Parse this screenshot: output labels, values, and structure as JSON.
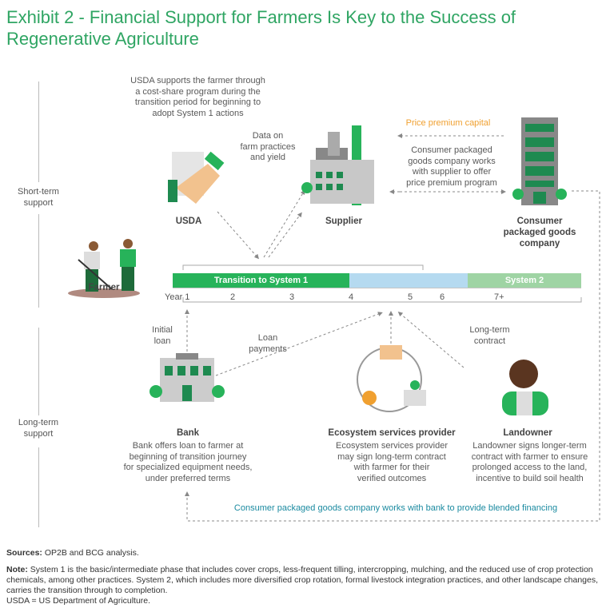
{
  "title": "Exhibit 2 - Financial Support for Farmers Is Key to the Success of Regenerative Agriculture",
  "side": {
    "short": "Short-term support",
    "long": "Long-term support"
  },
  "usda_desc": [
    "USDA supports the farmer through",
    "a cost-share program during the",
    "transition period for beginning to",
    "adopt System 1 actions"
  ],
  "data_note": [
    "Data on",
    "farm practices",
    "and yield"
  ],
  "price_premium": "Price premium capital",
  "cpg_works": [
    "Consumer packaged",
    "goods company works",
    "with supplier to offer",
    "price premium program"
  ],
  "actors": {
    "usda": "USDA",
    "supplier": "Supplier",
    "cpg": [
      "Consumer",
      "packaged goods",
      "company"
    ],
    "farmer": "Farmer",
    "bank": "Bank",
    "eco": "Ecosystem services provider",
    "landowner": "Landowner"
  },
  "timeline": {
    "seg1": "Transition to System 1",
    "seg3": "System 2",
    "years": [
      "Year 1",
      "2",
      "3",
      "4",
      "5",
      "6",
      "7+"
    ]
  },
  "arrows": {
    "initial_loan": [
      "Initial",
      "loan"
    ],
    "loan_payments": [
      "Loan",
      "payments"
    ],
    "long_term": [
      "Long-term",
      "contract"
    ]
  },
  "bank_desc": [
    "Bank offers loan to farmer at",
    "beginning of transition journey",
    "for specialized equipment needs,",
    "under preferred terms"
  ],
  "eco_desc": [
    "Ecosystem services provider",
    "may sign long-term contract",
    "with farmer for their",
    "verified outcomes"
  ],
  "land_desc": [
    "Landowner signs longer-term",
    "contract with farmer to ensure",
    "prolonged access to the land,",
    "incentive to build soil health"
  ],
  "blended": "Consumer packaged goods company works with bank to provide blended financing",
  "notes": {
    "sources_label": "Sources:",
    "sources": " OP2B and BCG analysis.",
    "note_label": "Note:",
    "note": " System 1 is the basic/intermediate phase that includes cover crops, less-frequent tilling, intercropping, mulching, and the reduced use of crop protection chemicals, among other practices. System 2, which includes more diversified crop rotation, formal livestock integration practices, and other landscape changes, carries the transition through to completion.",
    "usda": "USDA = US Department of Agriculture."
  },
  "colors": {
    "green": "#27b35a",
    "blue": "#b5daf0",
    "lightgreen": "#9fd4a4",
    "orange": "#f0a030",
    "teal": "#1a8aa0"
  }
}
